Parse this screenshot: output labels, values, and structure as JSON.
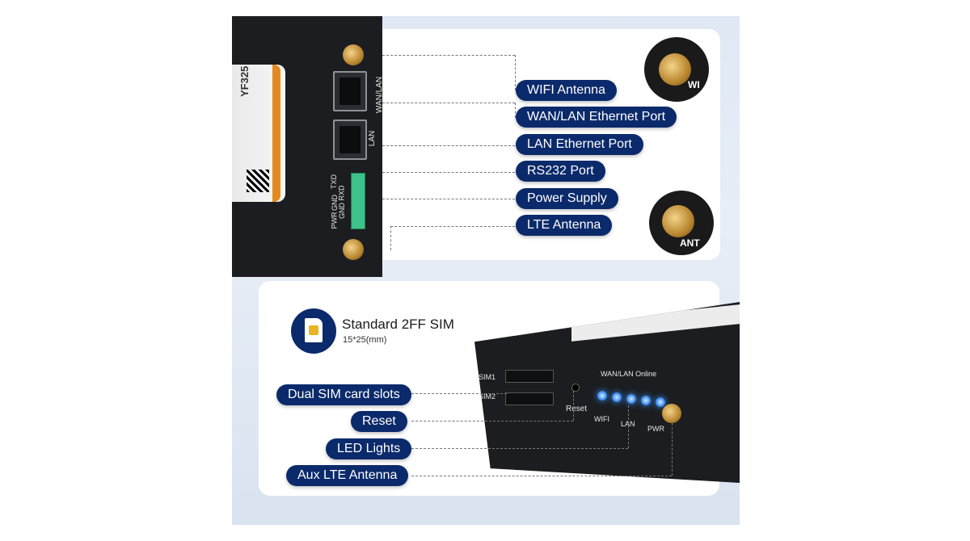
{
  "device": {
    "model_label": "YF325",
    "port_labels": {
      "wan_lan": "WAN/LAN",
      "lan": "LAN"
    },
    "terminal_labels": {
      "txd": "TXD",
      "rxd": "RXD",
      "gnd1": "GND",
      "gnd2": "GND",
      "pwr": "PWR"
    }
  },
  "top_callouts": [
    "WIFI Antenna",
    "WAN/LAN Ethernet Port",
    "LAN Ethernet Port",
    "RS232 Port",
    "Power Supply",
    "LTE Antenna"
  ],
  "closeups": {
    "wifi": "WI",
    "lte": "ANT"
  },
  "sim": {
    "title": "Standard 2FF SIM",
    "size": "15*25(mm)"
  },
  "bottom_callouts": [
    "Dual SIM card slots",
    "Reset",
    "LED Lights",
    "Aux LTE Antenna"
  ],
  "front_labels": {
    "sim1": "SIM1",
    "sim2": "SIM2",
    "reset": "Reset",
    "wan_lan_online": "WAN/LAN Online",
    "wifi": "WIFI",
    "lan": "LAN",
    "pwr": "PWR"
  },
  "colors": {
    "pill": "#0b2a6b",
    "led": "#3c8df0",
    "terminal": "#3cc28a",
    "sim_icon": "#e8b423"
  }
}
